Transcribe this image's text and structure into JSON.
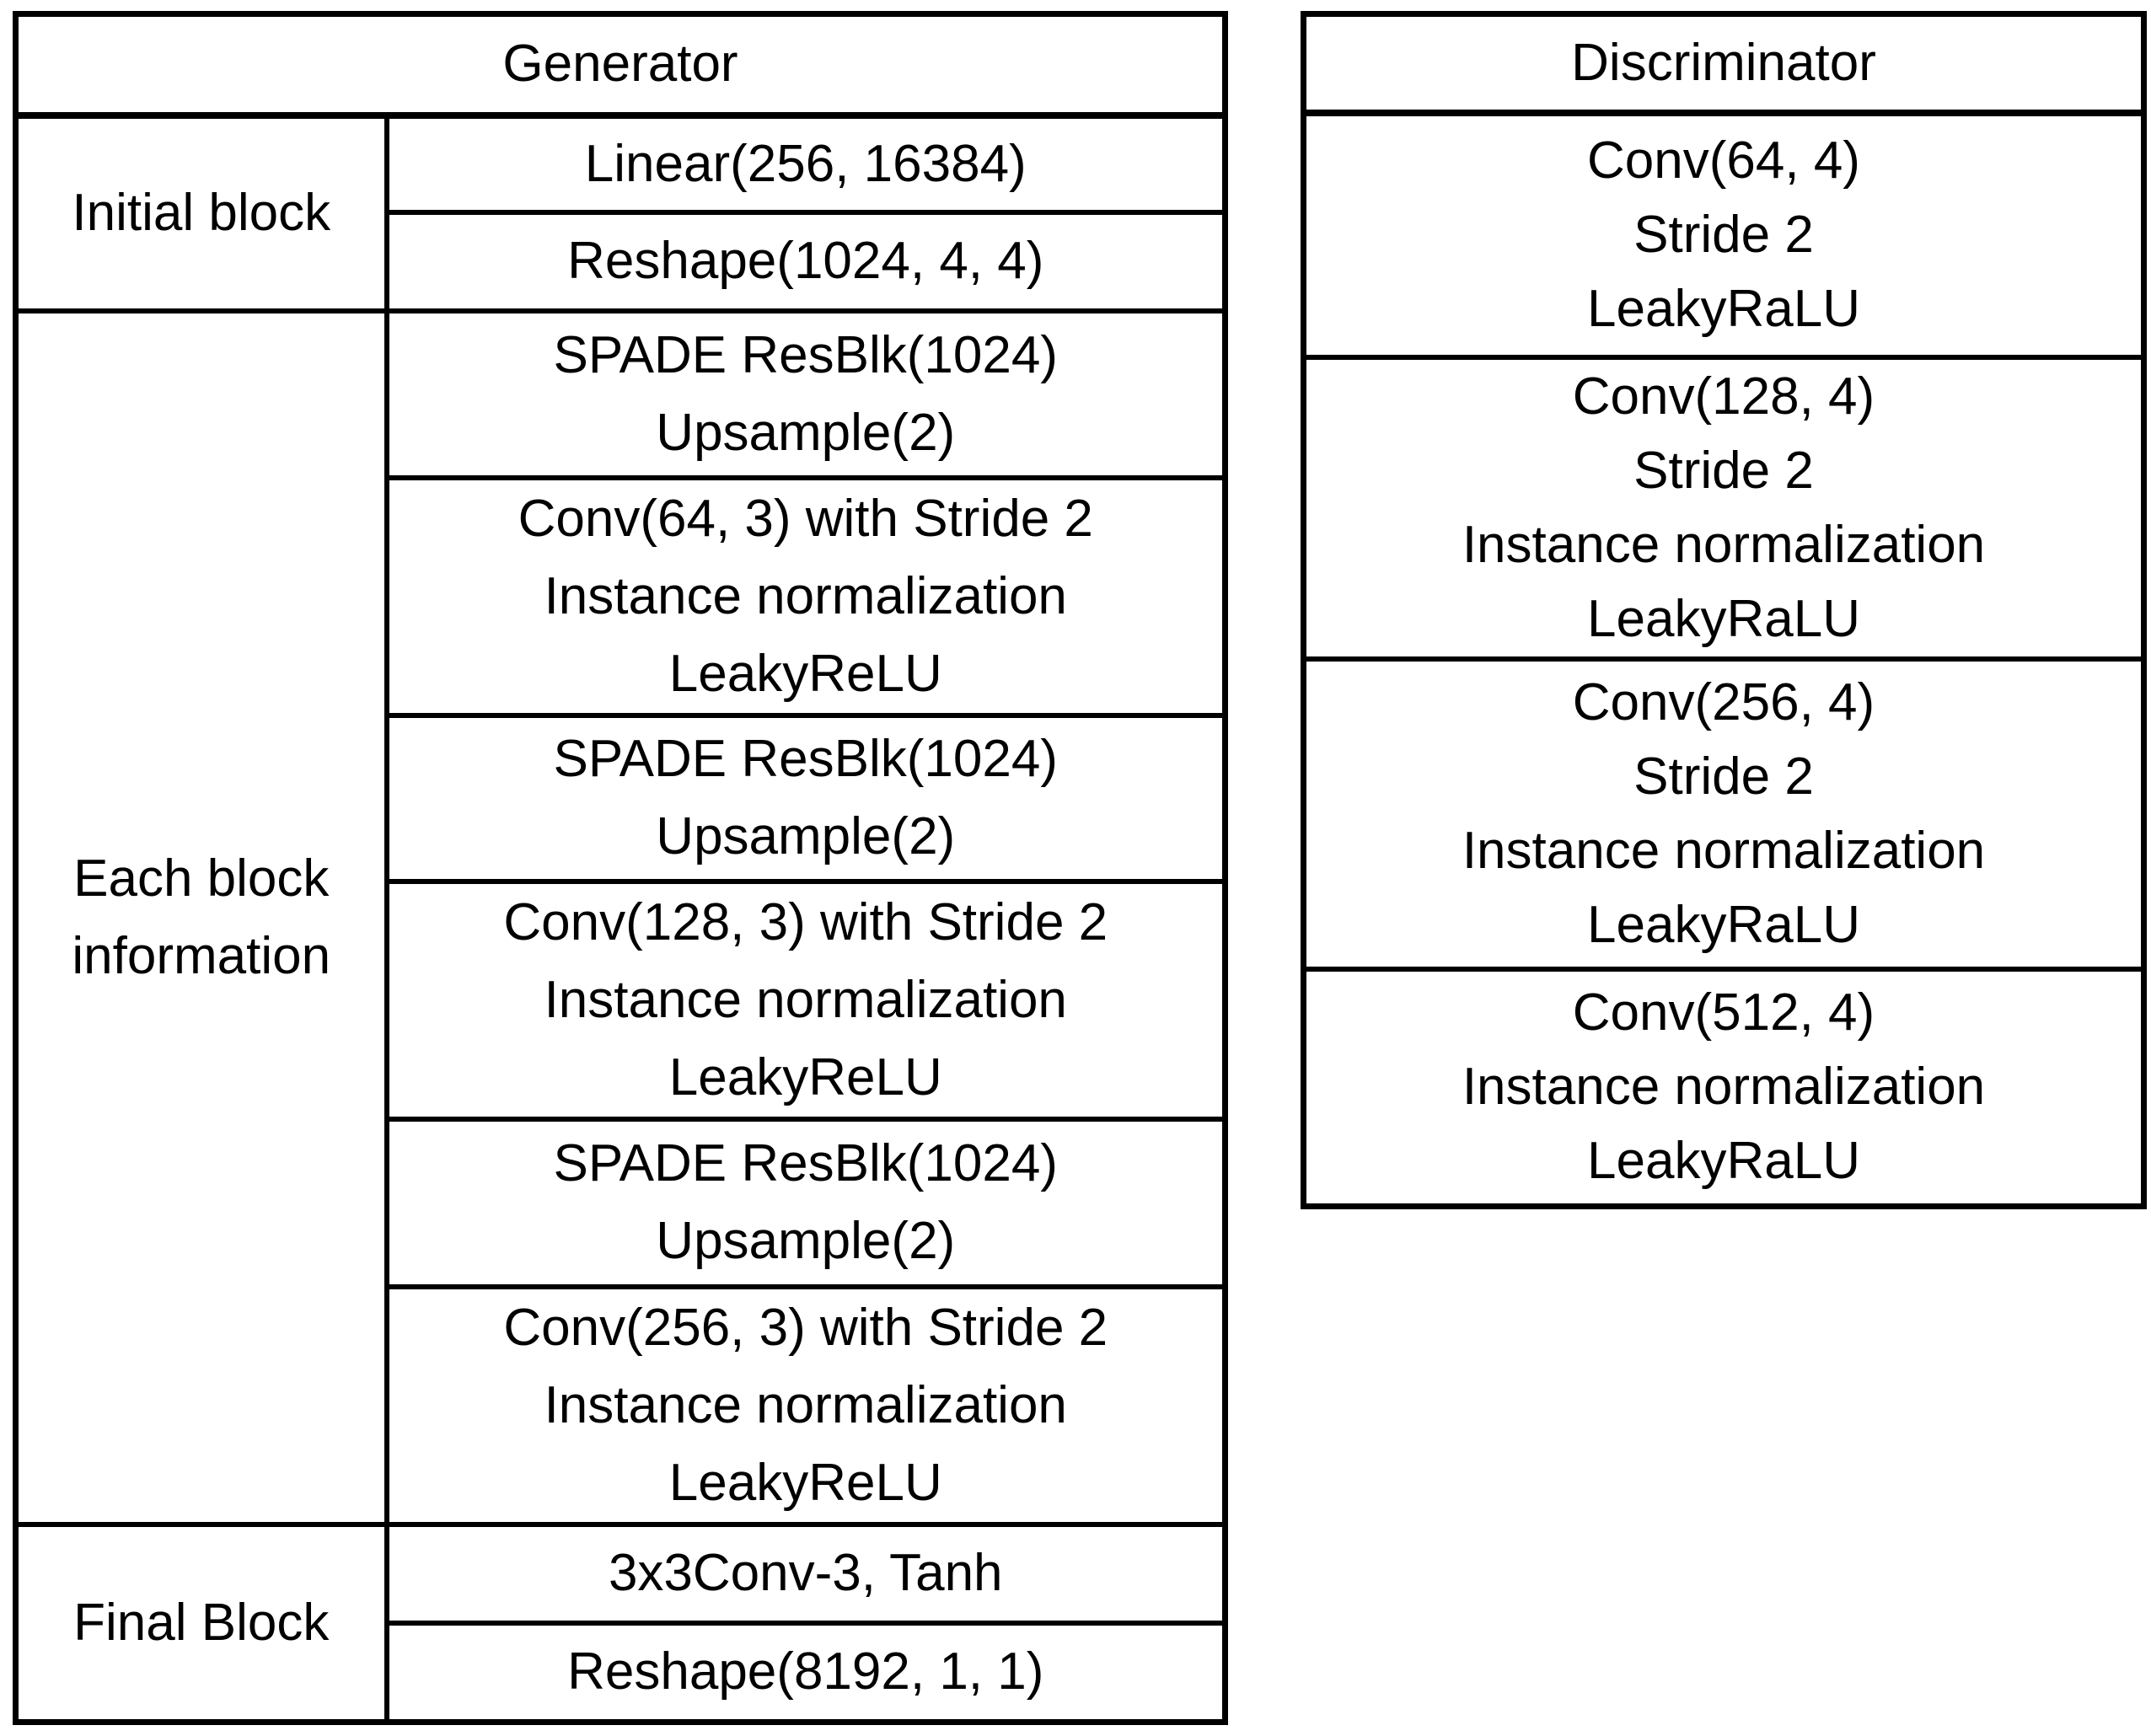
{
  "page": {
    "background_color": "#ffffff",
    "text_color": "#000000",
    "border_color": "#000000"
  },
  "generator": {
    "title": "Generator",
    "row_groups": [
      {
        "label_lines": [
          "Initial block"
        ],
        "rows": [
          [
            "Linear(256, 16384)"
          ],
          [
            "Reshape(1024, 4, 4)"
          ]
        ]
      },
      {
        "label_lines": [
          "Each block",
          "information"
        ],
        "rows": [
          [
            "SPADE ResBlk(1024)",
            "Upsample(2)"
          ],
          [
            "Conv(64, 3) with Stride 2",
            "Instance normalization",
            "LeakyReLU"
          ],
          [
            "SPADE ResBlk(1024)",
            "Upsample(2)"
          ],
          [
            "Conv(128, 3) with Stride 2",
            "Instance normalization",
            "LeakyReLU"
          ],
          [
            "SPADE ResBlk(1024)",
            "Upsample(2)"
          ],
          [
            "Conv(256, 3) with Stride 2",
            "Instance normalization",
            "LeakyReLU"
          ]
        ]
      },
      {
        "label_lines": [
          "Final Block"
        ],
        "rows": [
          [
            "3x3Conv-3, Tanh"
          ],
          [
            "Reshape(8192, 1, 1)"
          ]
        ]
      }
    ]
  },
  "discriminator": {
    "title": "Discriminator",
    "cells": [
      [
        "Conv(64, 4)",
        "Stride 2",
        "LeakyRaLU"
      ],
      [
        "Conv(128, 4)",
        "Stride 2",
        "Instance normalization",
        "LeakyRaLU"
      ],
      [
        "Conv(256, 4)",
        "Stride 2",
        "Instance normalization",
        "LeakyRaLU"
      ],
      [
        "Conv(512, 4)",
        "Instance normalization",
        "LeakyRaLU"
      ]
    ]
  }
}
